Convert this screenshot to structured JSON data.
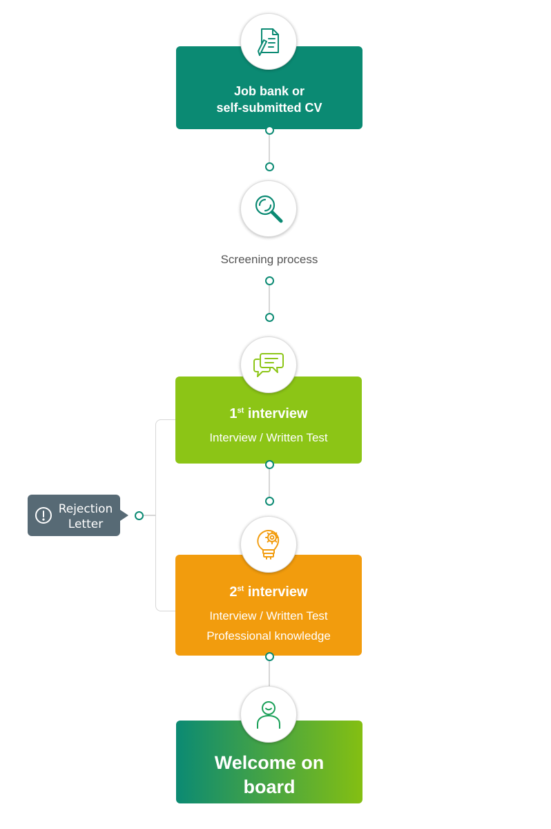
{
  "steps": {
    "cv": {
      "line1": "Job bank or",
      "line2": "self-submitted CV",
      "icon": "cv-document-icon"
    },
    "screening": {
      "label": "Screening process",
      "icon": "magnifier-icon"
    },
    "interview1": {
      "ordinal": "1",
      "sup": "st",
      "title": "interview",
      "line1": "Interview / Written Test",
      "icon": "chat-bubbles-icon"
    },
    "interview2": {
      "ordinal": "2",
      "sup": "st",
      "title": "interview",
      "line1": "Interview / Written Test",
      "line2": "Professional knowledge",
      "icon": "lightbulb-gear-icon"
    },
    "welcome": {
      "line1": "Welcome on",
      "line2": "board",
      "icon": "person-icon"
    }
  },
  "rejection": {
    "line1": "Rejection",
    "line2": "Letter",
    "icon": "exclamation-icon"
  },
  "colors": {
    "teal": "#0b8a73",
    "green": "#8cc516",
    "orange": "#f29c0d",
    "slate": "#576a75"
  }
}
